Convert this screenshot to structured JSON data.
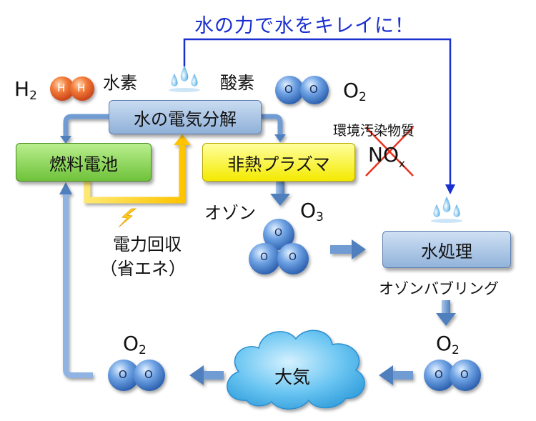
{
  "title": "水の力で水をキレイに！",
  "hydrogen": {
    "symbol": "H",
    "subscript": "2",
    "atom": "H",
    "name": "水素"
  },
  "oxygen_top": {
    "name": "酸素",
    "symbol": "O",
    "subscript": "2",
    "atom": "O"
  },
  "boxes": {
    "electrolysis": "水の電気分解",
    "fuel_cell": "燃料電池",
    "plasma": "非熱プラズマ",
    "water_treatment": "水処理"
  },
  "pollutant": {
    "label": "環境汚染物質",
    "formula": "NO",
    "subscript": "x"
  },
  "ozone": {
    "name": "オゾン",
    "symbol": "O",
    "subscript": "3",
    "atom": "O"
  },
  "power_recovery": {
    "line1": "電力回収",
    "line2": "（省エネ）"
  },
  "bubbling": "オゾンバブリング",
  "oxygen_right": {
    "symbol": "O",
    "subscript": "2",
    "atom": "O"
  },
  "atmosphere": "大気",
  "oxygen_left": {
    "symbol": "O",
    "subscript": "2",
    "atom": "O"
  },
  "colors": {
    "title_blue": "#1a2fcf",
    "cross_red": "#e8321e",
    "hydrogen_orange": "#f06a2a",
    "oxygen_blue": "#4a86d6",
    "arrow_steel": "#6f9cd3",
    "power_yellow": "#ffd21c",
    "cloud_blue": "#4fb7ee"
  },
  "icons": [
    "water-drops-icon",
    "lightning-icon",
    "cloud-icon"
  ]
}
